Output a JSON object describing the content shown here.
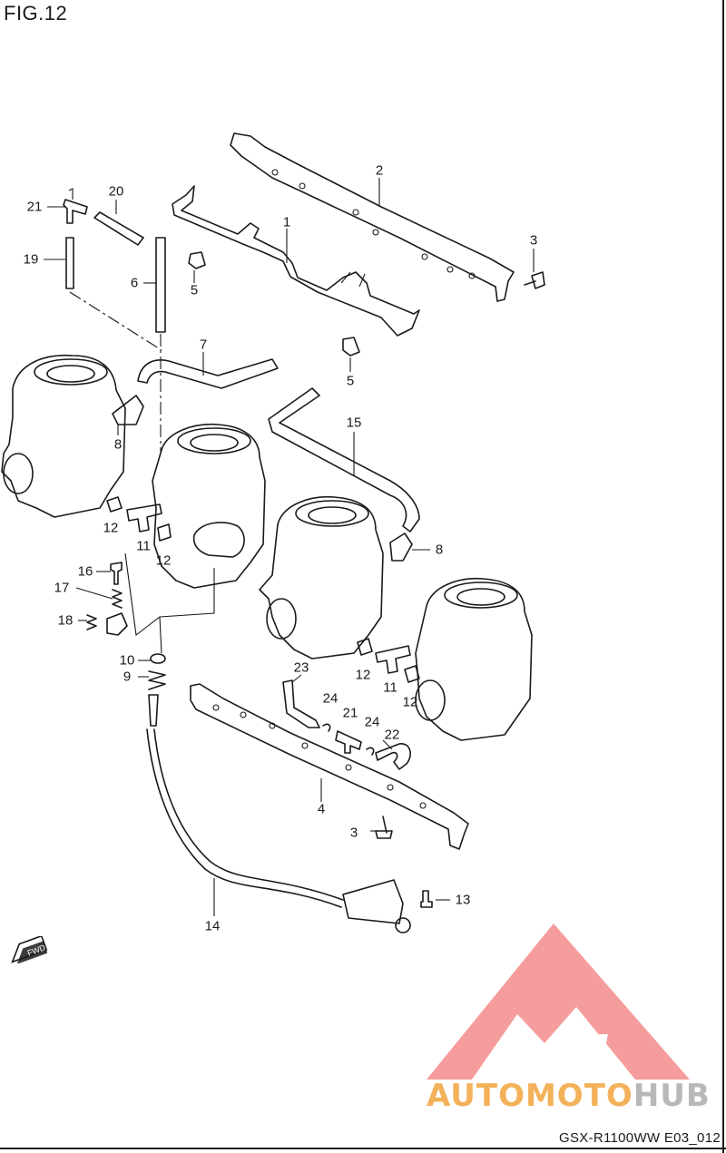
{
  "figure": {
    "title": "FIG.12",
    "code": "GSX-R1100WW E03_012"
  },
  "watermark": {
    "brand_part1": "AUTOMOTO",
    "brand_part2": "HUB",
    "logo_color": "#f48b8b",
    "brand_color_1": "#f3b25a",
    "brand_color_2": "#b8b8b8"
  },
  "fwd_badge": {
    "label": "FWD",
    "icon": "fwd-arrow-icon"
  },
  "callouts": [
    {
      "id": "c1",
      "label": "1"
    },
    {
      "id": "c2",
      "label": "2"
    },
    {
      "id": "c3a",
      "label": "3"
    },
    {
      "id": "c3b",
      "label": "3"
    },
    {
      "id": "c4",
      "label": "4"
    },
    {
      "id": "c5a",
      "label": "5"
    },
    {
      "id": "c5b",
      "label": "5"
    },
    {
      "id": "c6",
      "label": "6"
    },
    {
      "id": "c7",
      "label": "7"
    },
    {
      "id": "c8a",
      "label": "8"
    },
    {
      "id": "c8b",
      "label": "8"
    },
    {
      "id": "c9",
      "label": "9"
    },
    {
      "id": "c10",
      "label": "10"
    },
    {
      "id": "c11a",
      "label": "11"
    },
    {
      "id": "c11b",
      "label": "11"
    },
    {
      "id": "c12a",
      "label": "12"
    },
    {
      "id": "c12b",
      "label": "12"
    },
    {
      "id": "c12c",
      "label": "12"
    },
    {
      "id": "c12d",
      "label": "12"
    },
    {
      "id": "c13",
      "label": "13"
    },
    {
      "id": "c14",
      "label": "14"
    },
    {
      "id": "c15",
      "label": "15"
    },
    {
      "id": "c16",
      "label": "16"
    },
    {
      "id": "c17",
      "label": "17"
    },
    {
      "id": "c18",
      "label": "18"
    },
    {
      "id": "c19",
      "label": "19"
    },
    {
      "id": "c20",
      "label": "20"
    },
    {
      "id": "c21a",
      "label": "21"
    },
    {
      "id": "c21b",
      "label": "21"
    },
    {
      "id": "c22",
      "label": "22"
    },
    {
      "id": "c23",
      "label": "23"
    },
    {
      "id": "c24a",
      "label": "24"
    },
    {
      "id": "c24b",
      "label": "24"
    }
  ]
}
